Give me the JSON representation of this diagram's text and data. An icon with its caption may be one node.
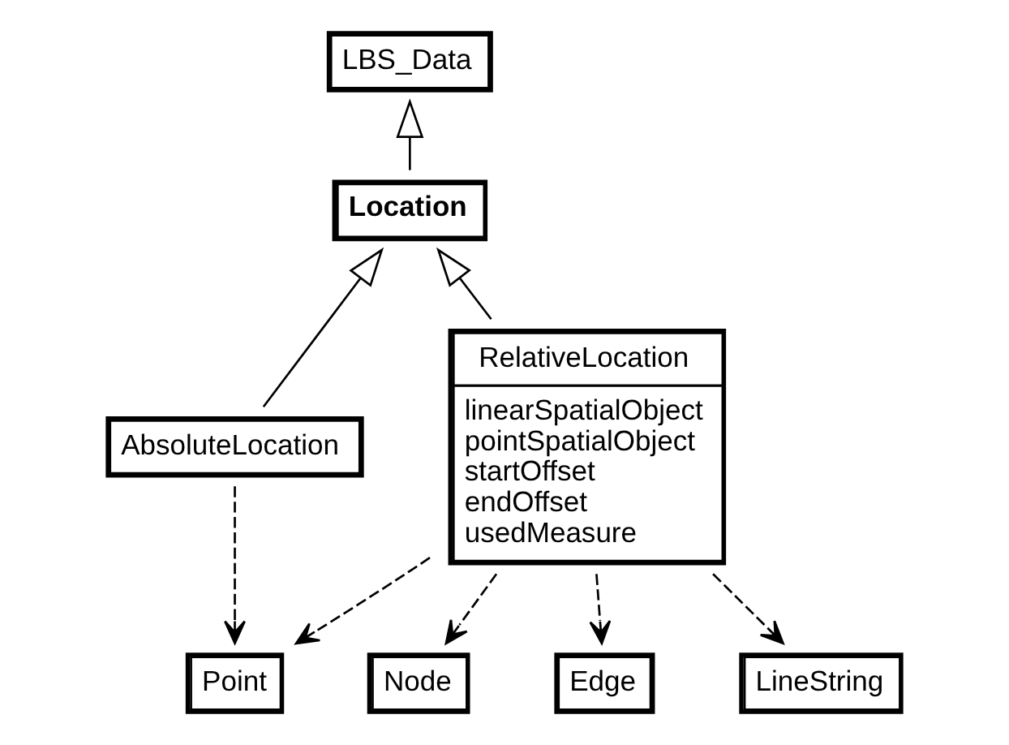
{
  "diagram": {
    "nodes": [
      {
        "text": [
          "LBS_Data"
        ]
      },
      {
        "text": [
          "Location"
        ]
      },
      {
        "text": [
          "AbsoluteLocation"
        ]
      },
      {
        "text": [
          "RelativeLocation",
          "linearSpatialObject",
          "pointSpatialObject",
          "startOffset",
          "endOffset",
          "usedMeasure"
        ]
      },
      {
        "text": [
          "Point"
        ]
      },
      {
        "text": [
          "Node"
        ]
      },
      {
        "text": [
          "Edge"
        ]
      },
      {
        "text": [
          "LineString"
        ]
      }
    ],
    "edges": [
      {
        "from": 1,
        "to": 0,
        "arrow": "to"
      },
      {
        "from": 2,
        "to": 1,
        "arrow": "to"
      },
      {
        "from": 3,
        "to": 1,
        "arrow": "to"
      },
      {
        "from": 2,
        "to": 4,
        "arrow": "to",
        "style": "dashed"
      },
      {
        "from": 3,
        "to": 4,
        "arrow": "to",
        "style": "dashed"
      },
      {
        "from": 3,
        "to": 5,
        "arrow": "to",
        "style": "dashed"
      },
      {
        "from": 3,
        "to": 6,
        "arrow": "to",
        "style": "dashed"
      },
      {
        "from": 3,
        "to": 7,
        "arrow": "to",
        "style": "dashed"
      }
    ]
  }
}
